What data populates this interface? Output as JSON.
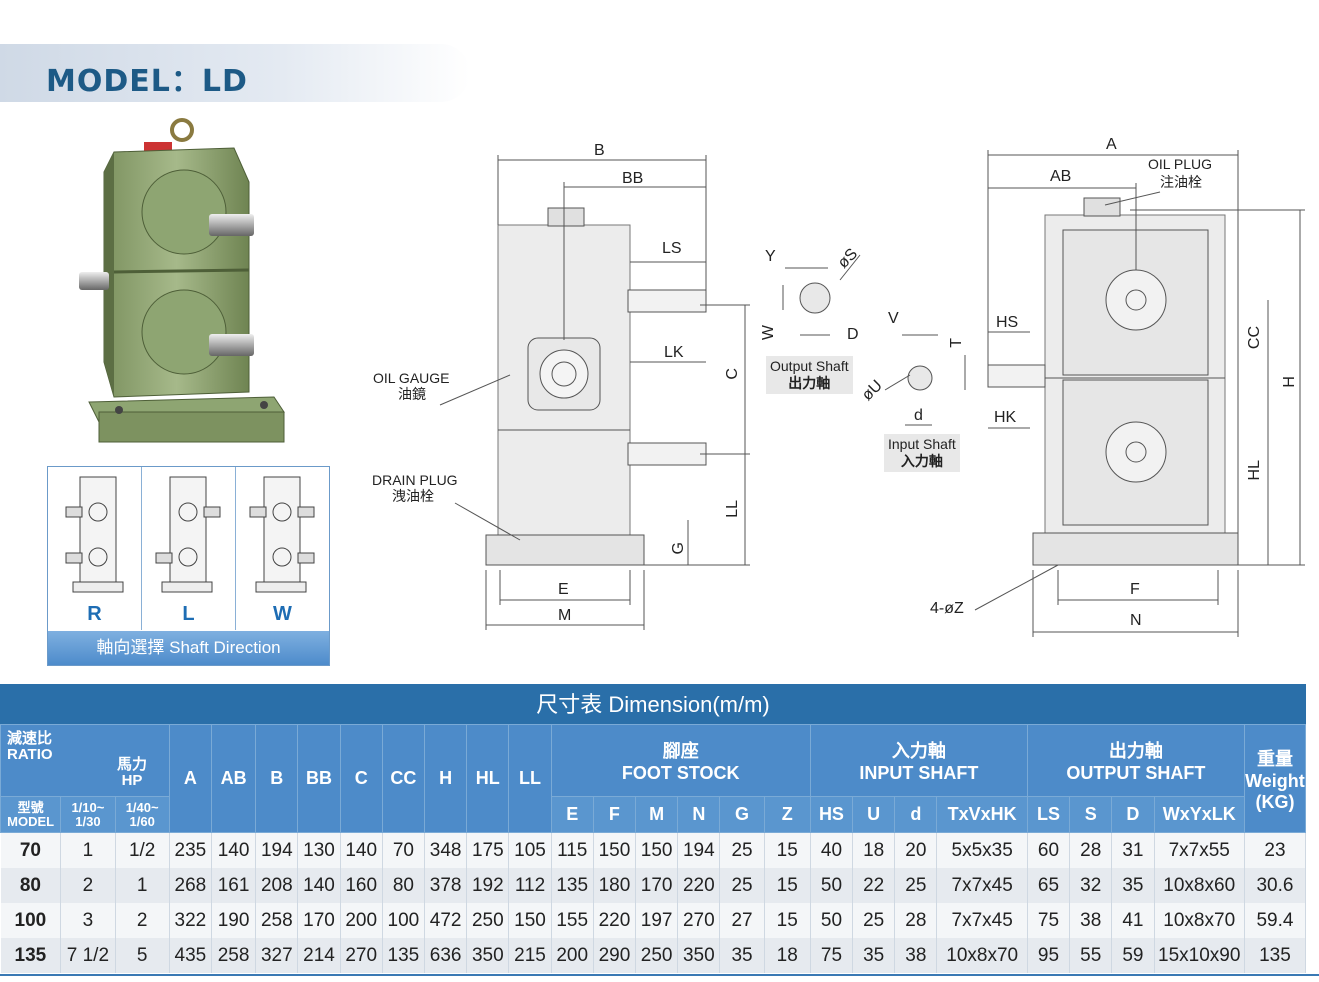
{
  "header": {
    "title": "MODEL：LD"
  },
  "shaft_direction": {
    "options": [
      "R",
      "L",
      "W"
    ],
    "label_cn": "軸向選擇",
    "label_en": "Shaft Direction"
  },
  "drawing": {
    "front": {
      "B": "B",
      "BB": "BB",
      "LS": "LS",
      "LK": "LK",
      "C": "C",
      "LL": "LL",
      "G": "G",
      "E": "E",
      "M": "M",
      "oil_gauge_en": "OIL GAUGE",
      "oil_gauge_cn": "油鏡",
      "drain_plug_en": "DRAIN PLUG",
      "drain_plug_cn": "洩油栓"
    },
    "output_shaft": {
      "Y": "Y",
      "S": "øS",
      "W": "W",
      "D": "D",
      "caption_en": "Output Shaft",
      "caption_cn": "出力軸"
    },
    "input_shaft": {
      "V": "V",
      "T": "T",
      "U": "øU",
      "d": "d",
      "caption_en": "Input Shaft",
      "caption_cn": "入力軸"
    },
    "side": {
      "A": "A",
      "AB": "AB",
      "HS": "HS",
      "HK": "HK",
      "CC": "CC",
      "H": "H",
      "HL": "HL",
      "F": "F",
      "N": "N",
      "Z": "4-øZ",
      "oil_plug_en": "OIL PLUG",
      "oil_plug_cn": "注油栓"
    }
  },
  "table": {
    "title_cn": "尺寸表",
    "title_en": "Dimension(m/m)",
    "headers": {
      "ratio_cn": "減速比",
      "ratio_en": "RATIO",
      "hp_cn": "馬力",
      "hp_en": "HP",
      "model_cn": "型號",
      "model_en": "MODEL",
      "ratio1": "1/10~ 1/30",
      "ratio2": "1/40~ 1/60",
      "dims": [
        "A",
        "AB",
        "B",
        "BB",
        "C",
        "CC",
        "H",
        "HL",
        "LL"
      ],
      "foot_cn": "腳座",
      "foot_en": "FOOT STOCK",
      "foot": [
        "E",
        "F",
        "M",
        "N",
        "G",
        "Z"
      ],
      "input_cn": "入力軸",
      "input_en": "INPUT SHAFT",
      "input": [
        "HS",
        "U",
        "d",
        "TxVxHK"
      ],
      "output_cn": "出力軸",
      "output_en": "OUTPUT SHAFT",
      "output": [
        "LS",
        "S",
        "D",
        "WxYxLK"
      ],
      "weight_cn": "重量",
      "weight_en": "Weight",
      "weight_unit": "(KG)"
    },
    "rows": [
      [
        "70",
        "1",
        "1/2",
        "235",
        "140",
        "194",
        "130",
        "140",
        "70",
        "348",
        "175",
        "105",
        "115",
        "150",
        "150",
        "194",
        "25",
        "15",
        "40",
        "18",
        "20",
        "5x5x35",
        "60",
        "28",
        "31",
        "7x7x55",
        "23"
      ],
      [
        "80",
        "2",
        "1",
        "268",
        "161",
        "208",
        "140",
        "160",
        "80",
        "378",
        "192",
        "112",
        "135",
        "180",
        "170",
        "220",
        "25",
        "15",
        "50",
        "22",
        "25",
        "7x7x45",
        "65",
        "32",
        "35",
        "10x8x60",
        "30.6"
      ],
      [
        "100",
        "3",
        "2",
        "322",
        "190",
        "258",
        "170",
        "200",
        "100",
        "472",
        "250",
        "150",
        "155",
        "220",
        "197",
        "270",
        "27",
        "15",
        "50",
        "25",
        "28",
        "7x7x45",
        "75",
        "38",
        "41",
        "10x8x70",
        "59.4"
      ],
      [
        "135",
        "7 1/2",
        "5",
        "435",
        "258",
        "327",
        "214",
        "270",
        "135",
        "636",
        "350",
        "215",
        "200",
        "290",
        "250",
        "350",
        "35",
        "18",
        "75",
        "35",
        "38",
        "10x8x70",
        "95",
        "55",
        "59",
        "15x10x90",
        "135"
      ]
    ]
  }
}
